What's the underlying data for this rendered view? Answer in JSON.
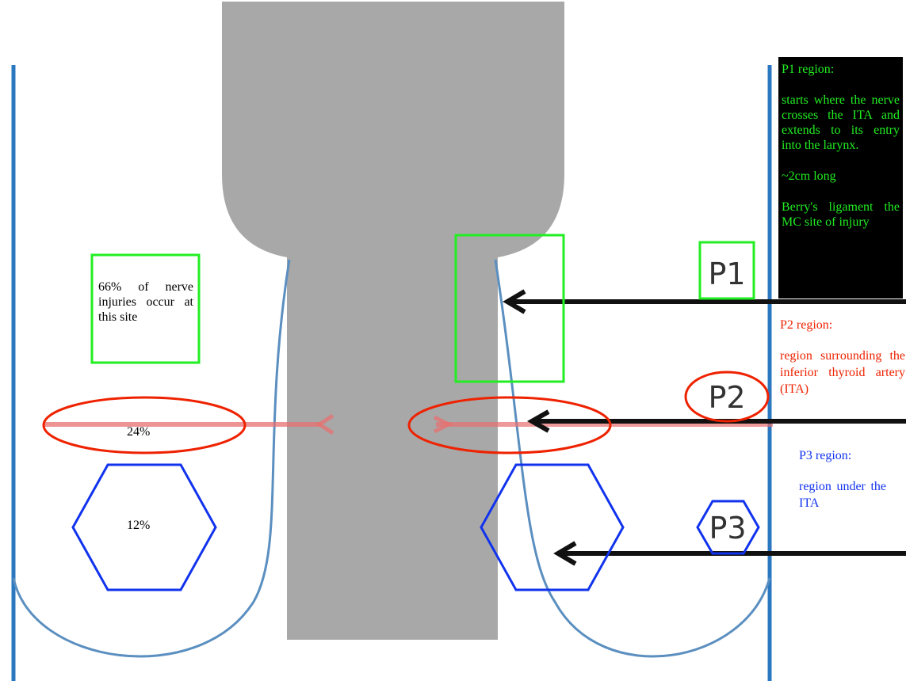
{
  "labels": {
    "p1": "P1",
    "p2": "P2",
    "p3": "P3"
  },
  "stats": {
    "site_p1": "66% of nerve injuries occur at this site",
    "site_p2": "24%",
    "site_p3": "12%"
  },
  "regions": {
    "p1": {
      "title": "P1 region:",
      "description": "starts where the nerve crosses the ITA and extends to its entry into the larynx.",
      "length": "~2cm long",
      "note": "Berry's ligament the MC site of injury"
    },
    "p2": {
      "title": "P2 region:",
      "description": "region surrounding the inferior thyroid artery (ITA)"
    },
    "p3": {
      "title": "P3 region:",
      "description": "region under the ITA"
    }
  },
  "colors": {
    "p1": "#22ee22",
    "p2": "#ee2200",
    "p3": "#1133ee",
    "trachea": "#a8a8a8",
    "vessel": "#2b78c0",
    "nerve": "#5b8fc0",
    "panel_bg": "#000000"
  }
}
